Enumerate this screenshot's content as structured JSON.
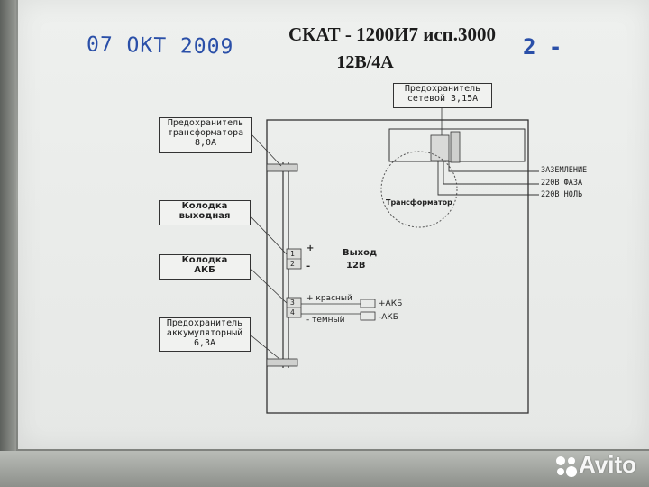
{
  "stamp": {
    "date": "07 ОКТ 2009",
    "mark": "2 -"
  },
  "header": {
    "title": "СКАТ - 1200И7 исп.3000",
    "subtitle": "12В/4А"
  },
  "callouts": {
    "fuse_mains": [
      "Предохранитель",
      "сетевой 3,15А"
    ],
    "fuse_transformer": [
      "Предохранитель",
      "трансформатора",
      "8,0А"
    ],
    "output_block": [
      "Колодка",
      "выходная"
    ],
    "akb_block": [
      "Колодка",
      "АКБ"
    ],
    "fuse_battery": [
      "Предохранитель",
      "аккумуляторный",
      "6,3А"
    ]
  },
  "terminals": {
    "output": {
      "plus": "+",
      "minus": "-",
      "label": "Выход",
      "voltage": "12В",
      "pins": [
        "1",
        "2"
      ]
    },
    "akb": {
      "plus_label": "+ красный",
      "minus_label": "- темный",
      "pins": [
        "3",
        "4"
      ],
      "plus_out": "+АКБ",
      "minus_out": "-АКБ"
    }
  },
  "mains": {
    "ground": "ЗАЗЕМЛЕНИЕ",
    "phase": "220В ФАЗА",
    "neutral": "220В НОЛЬ"
  },
  "transformer": {
    "label": "Трансформатор"
  },
  "watermark": {
    "brand": "Avito"
  },
  "colors": {
    "stamp": "#2a4fa8",
    "label_bg": "#eef0ee",
    "ink": "#222222"
  }
}
